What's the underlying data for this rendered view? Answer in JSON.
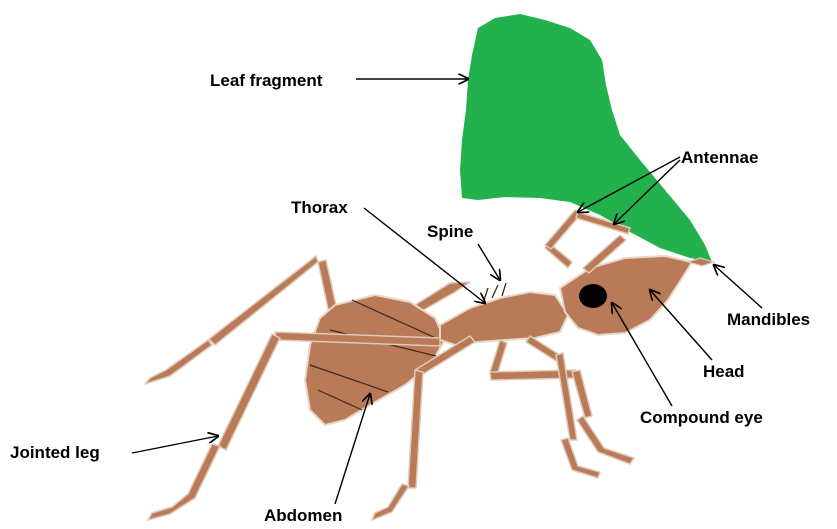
{
  "colors": {
    "leaf": "#22b14c",
    "body": "#b97a57",
    "outline": "#e0c9b8",
    "eye": "#000000",
    "label": "#000000"
  },
  "labels": {
    "leaf_fragment": "Leaf fragment",
    "antennae": "Antennae",
    "thorax": "Thorax",
    "spine": "Spine",
    "mandibles": "Mandibles",
    "head": "Head",
    "compound_eye": "Compound eye",
    "jointed_leg": "Jointed leg",
    "abdomen": "Abdomen"
  }
}
